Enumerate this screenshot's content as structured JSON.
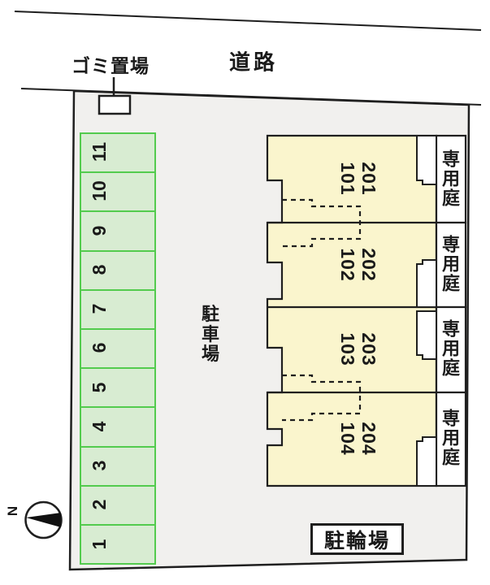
{
  "labels": {
    "road": "道路",
    "garbage_area": "ゴミ置場",
    "parking_lot": "駐車場",
    "bicycle_parking": "駐輪場",
    "private_garden": "専用庭",
    "north": "N"
  },
  "parking": {
    "spaces": [
      "11",
      "10",
      "9",
      "8",
      "7",
      "6",
      "5",
      "4",
      "3",
      "2",
      "1"
    ]
  },
  "building": {
    "units": [
      {
        "upper": "201",
        "lower": "101"
      },
      {
        "upper": "202",
        "lower": "102"
      },
      {
        "upper": "203",
        "lower": "103"
      },
      {
        "upper": "204",
        "lower": "104"
      }
    ]
  },
  "colors": {
    "site-fill": "#f1f0ee",
    "line": "#1f1f1f",
    "building-fill": "#faf5cd",
    "terrace-fill": "#ffffff",
    "garden-fill": "#ffffff",
    "parking-fill": "#d8ecd2",
    "parking-border": "#53cb4e",
    "text": "#1a1a1a",
    "box-bg": "#ffffff"
  }
}
